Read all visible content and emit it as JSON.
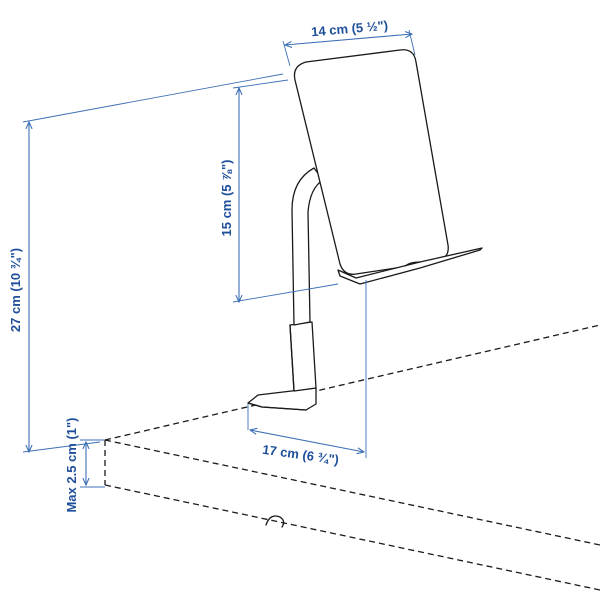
{
  "dimensions": {
    "top_width": "14 cm (5 ½\")",
    "holder_height": "15 cm (5 ⅞\")",
    "total_height": "27 cm (10 ¾\")",
    "clamp_depth": "17 cm (6 ¾\")",
    "max_thickness": "Max 2.5 cm (1\")"
  },
  "colors": {
    "dimension_blue": "#3d6fb5",
    "line_art": "#1a1a1a"
  }
}
